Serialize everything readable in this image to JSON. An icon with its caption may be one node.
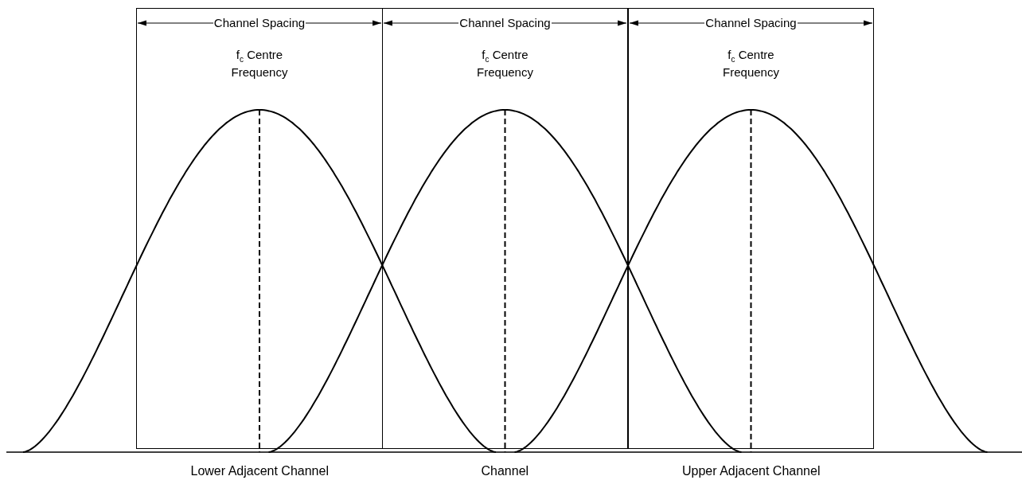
{
  "diagram": {
    "nodes": [
      {
        "text": [
          "Channel Spacing",
          "f$_{c}$ Centre Frequency"
        ],
        "beside": [
          "Lower Adjacent Channel"
        ]
      },
      {
        "text": [
          "Channel Spacing",
          "f$_{c}$ Centre Frequency"
        ],
        "beside": [
          "Channel"
        ]
      },
      {
        "text": [
          "Channel Spacing",
          "f$_{c}$ Centre Frequency"
        ],
        "beside": [
          "Upper Adjacent Channel"
        ]
      }
    ],
    "edges": []
  }
}
